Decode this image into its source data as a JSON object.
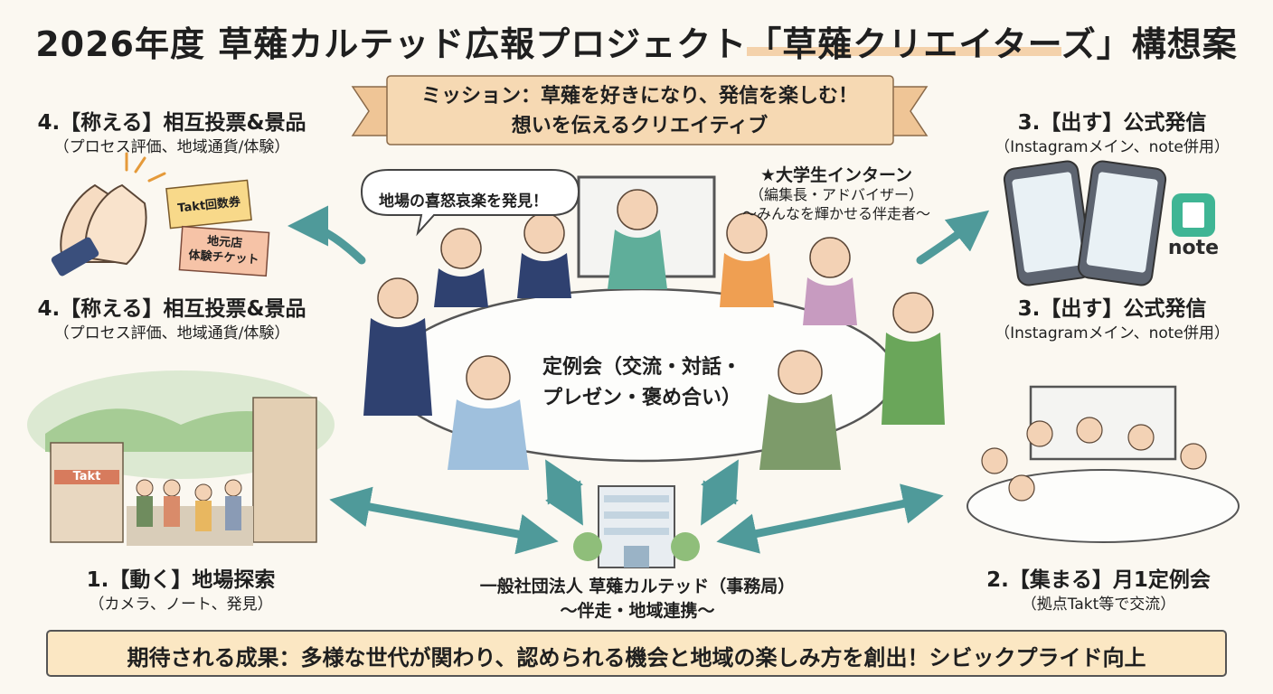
{
  "title": "2026年度 草薙カルテッド広報プロジェクト「草薙クリエイターズ」構想案",
  "mission": {
    "line1": "ミッション：草薙を好きになり、発信を楽しむ！",
    "line2": "想いを伝えるクリエイティブ"
  },
  "steps": {
    "praise_top": {
      "title": "4.【称える】相互投票&景品",
      "sub": "（プロセス評価、地域通貨/体験）"
    },
    "praise_mid": {
      "title": "4.【称える】相互投票&景品",
      "sub": "（プロセス評価、地域通貨/体験）"
    },
    "share_top": {
      "title": "3.【出す】公式発信",
      "sub": "（Instagramメイン、note併用）"
    },
    "share_mid": {
      "title": "3.【出す】公式発信",
      "sub": "（Instagramメイン、note併用）"
    },
    "move": {
      "title": "1.【動く】地場探索",
      "sub": "（カメラ、ノート、発見）"
    },
    "gather": {
      "title": "2.【集まる】月1定例会",
      "sub": "（拠点Takt等で交流）"
    }
  },
  "center": {
    "line1": "定例会（交流・対話・",
    "line2": "プレゼン・褒め合い）"
  },
  "speech_bubble": "地場の喜怒哀楽を発見！",
  "intern": {
    "line1": "★大学生インターン",
    "line2": "（編集長・アドバイザー）",
    "line3": "〜みんなを輝かせる伴走者〜"
  },
  "office": {
    "line1": "一般社団法人 草薙カルテッド（事務局）",
    "line2": "〜伴走・地域連携〜"
  },
  "tickets": {
    "takt": "Takt回数券",
    "local1": "地元店",
    "local2": "体験チケット"
  },
  "shop_sign": "Takt",
  "note_label": "note",
  "result": "期待される成果：多様な世代が関わり、認められる機会と地域の楽しみ方を創出！シビックプライド向上",
  "colors": {
    "arrow": "#4f9a9a",
    "banner": "#f6d9b3",
    "result_bg": "#fbe7c3",
    "note_green": "#3fb594"
  }
}
